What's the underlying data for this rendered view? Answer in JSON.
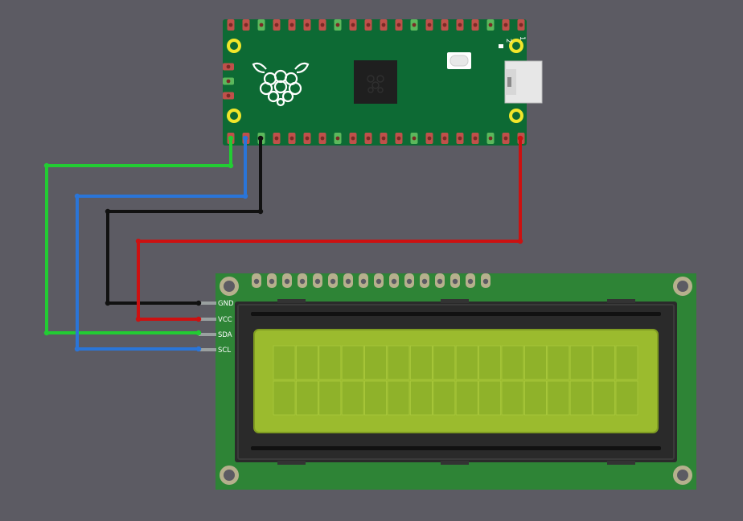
{
  "colors": {
    "background": "#5c5b63",
    "pico_board": "#0d6a34",
    "pico_pad_red": "#c0504a",
    "pico_pad_green": "#5cb85c",
    "mount_hole_ring": "#f2e62a",
    "lcd_board": "#2e8436",
    "lcd_bezel": "#2a2a2a",
    "lcd_screen": "#9bbb2e",
    "lcd_screen_inner": "#8fb22a",
    "wire_gnd": "#111111",
    "wire_vcc": "#cc1111",
    "wire_sda": "#22cc33",
    "wire_scl": "#2a75d8"
  },
  "pico": {
    "silkscreen_pin_1": "1",
    "silkscreen_pin_2": "2",
    "logo_icon": "raspberry-pi-logo-icon",
    "chip_icon": "rp2040-chip-icon",
    "usb_icon": "micro-usb-connector-icon",
    "button_icon": "bootsel-button-icon"
  },
  "lcd": {
    "type": "16x2 LCD with I2C",
    "columns": 16,
    "rows": 2,
    "header_pins": 16,
    "i2c_pins": [
      {
        "key": "gnd",
        "label": "GND"
      },
      {
        "key": "vcc",
        "label": "VCC"
      },
      {
        "key": "sda",
        "label": "SDA"
      },
      {
        "key": "scl",
        "label": "SCL"
      }
    ]
  },
  "wires": [
    {
      "name": "gnd-wire",
      "color_key": "wire_gnd",
      "from": "pico-gnd",
      "to": "lcd-gnd"
    },
    {
      "name": "vcc-wire",
      "color_key": "wire_vcc",
      "from": "pico-vbus",
      "to": "lcd-vcc"
    },
    {
      "name": "sda-wire",
      "color_key": "wire_sda",
      "from": "pico-gp0",
      "to": "lcd-sda"
    },
    {
      "name": "scl-wire",
      "color_key": "wire_scl",
      "from": "pico-gp1",
      "to": "lcd-scl"
    }
  ]
}
